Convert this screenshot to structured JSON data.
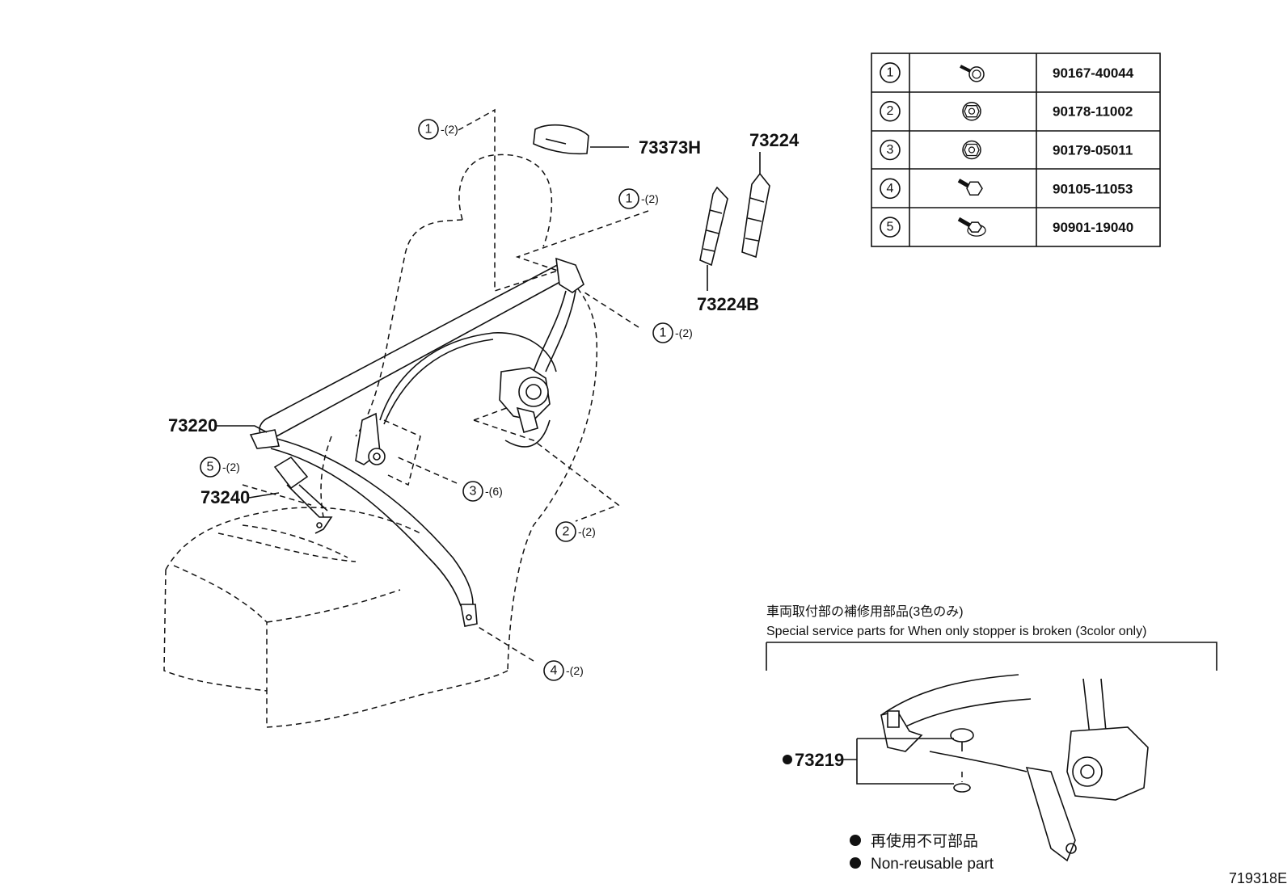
{
  "callouts": {
    "c1a": {
      "num": "1",
      "qty": "-(2)"
    },
    "c1b": {
      "num": "1",
      "qty": "-(2)"
    },
    "c1c": {
      "num": "1",
      "qty": "-(2)"
    },
    "c5": {
      "num": "5",
      "qty": "-(2)"
    },
    "c3": {
      "num": "3",
      "qty": "-(6)"
    },
    "c2": {
      "num": "2",
      "qty": "-(2)"
    },
    "c4": {
      "num": "4",
      "qty": "-(2)"
    }
  },
  "part_numbers": {
    "p73373H": "73373H",
    "p73224": "73224",
    "p73224B": "73224B",
    "p73220": "73220",
    "p73240": "73240",
    "p73219": "73219"
  },
  "fastener_table": [
    {
      "ref": "1",
      "part": "90167-40044",
      "icon": "flange-bolt-icon"
    },
    {
      "ref": "2",
      "part": "90178-11002",
      "icon": "flange-nut-icon"
    },
    {
      "ref": "3",
      "part": "90179-05011",
      "icon": "flange-nut-icon"
    },
    {
      "ref": "4",
      "part": "90105-11053",
      "icon": "hex-bolt-icon"
    },
    {
      "ref": "5",
      "part": "90901-19040",
      "icon": "washer-bolt-icon"
    }
  ],
  "special_note": {
    "jp": "車両取付部の補修用部品(3色のみ)",
    "en": "Special service parts for When only stopper is broken (3color only)"
  },
  "legend": {
    "jp": "再使用不可部品",
    "en": "Non-reusable part"
  },
  "figure_id": "719318E"
}
